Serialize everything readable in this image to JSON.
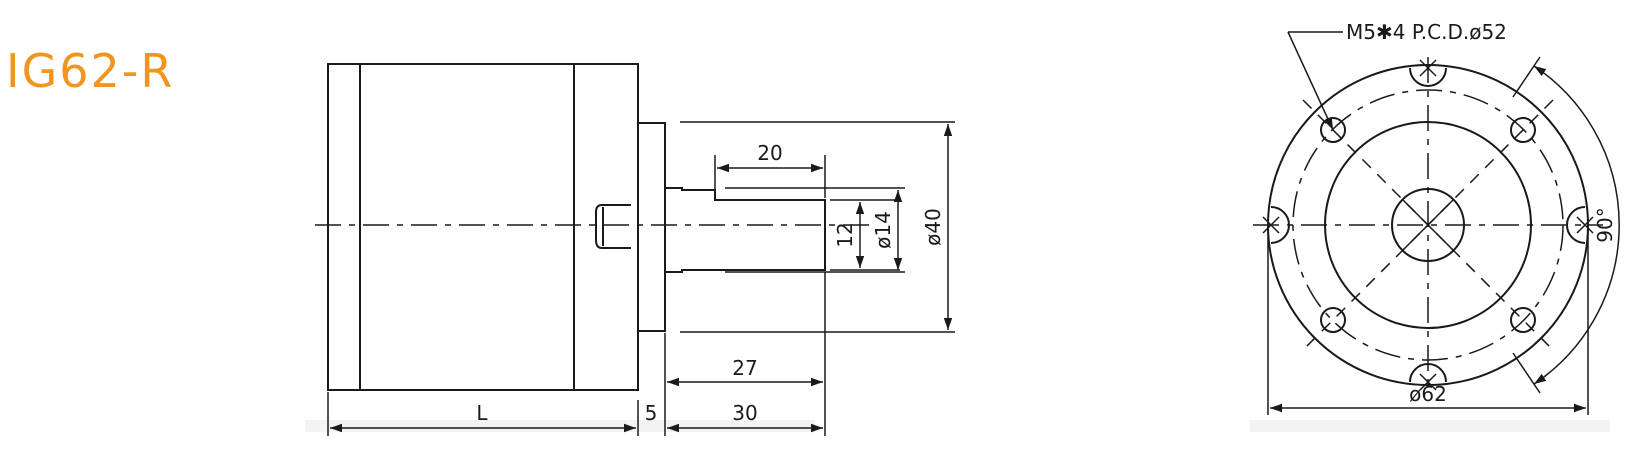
{
  "model": "IG62-R",
  "accent_color": "#f0961e",
  "side_view": {
    "length_label": "L",
    "flange_label": "5",
    "shaft_length_label": "30",
    "shaft_flat_label": "27",
    "key_length_label": "20",
    "flat_height_label": "12",
    "shaft_diameter_label": "ø14",
    "pilot_diameter_label": "ø40"
  },
  "front_view": {
    "hole_callout": "M5✱4  P.C.D.ø52",
    "outer_diameter_label": "ø62",
    "angle_label": "90°"
  }
}
